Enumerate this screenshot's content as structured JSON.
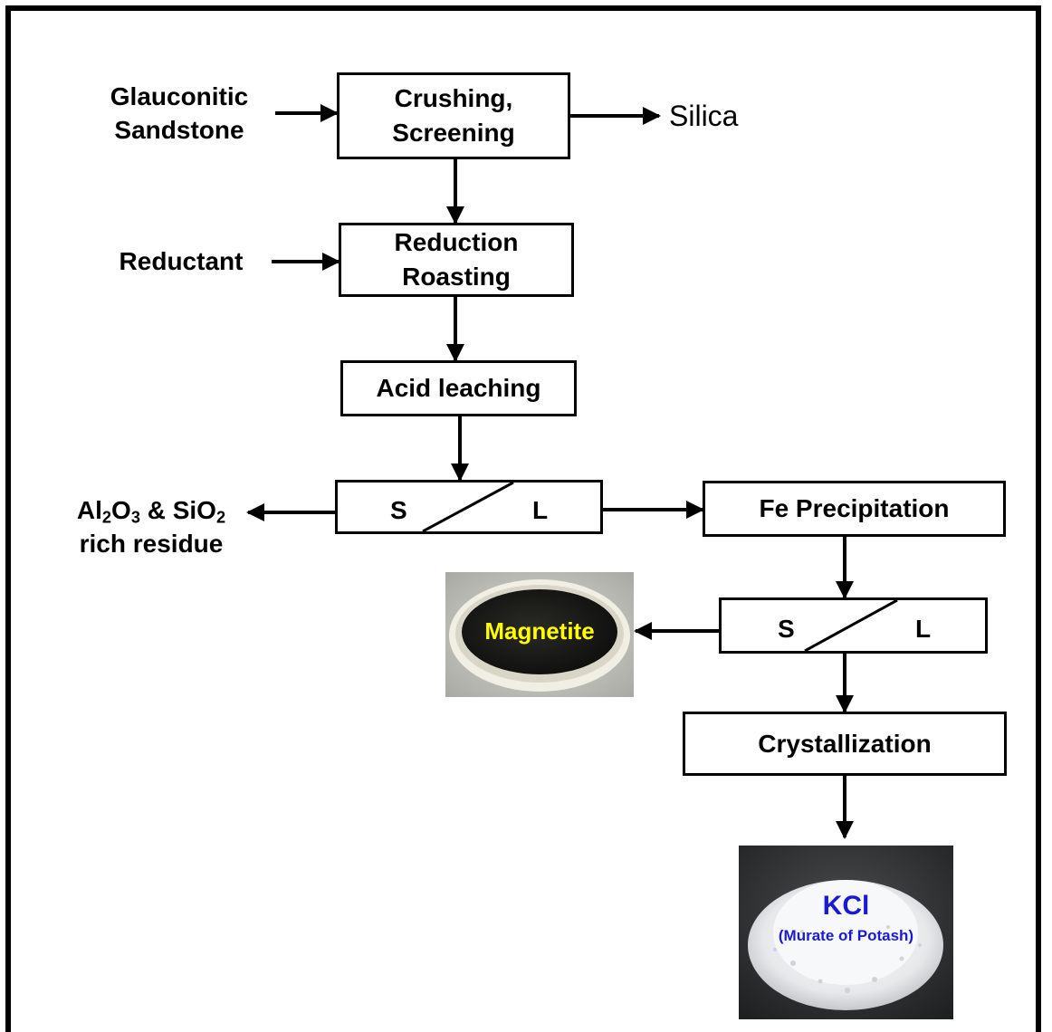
{
  "inputs": {
    "glauconitic_sandstone": [
      "Glauconitic",
      "Sandstone"
    ],
    "reductant": "Reductant"
  },
  "steps": {
    "crushing_screening": [
      "Crushing,",
      "Screening"
    ],
    "reduction_roasting": [
      "Reduction",
      "Roasting"
    ],
    "acid_leaching": "Acid leaching",
    "fe_precipitation": "Fe Precipitation",
    "crystallization": "Crystallization"
  },
  "separator_1": {
    "solid": "S",
    "liquid": "L"
  },
  "separator_2": {
    "solid": "S",
    "liquid": "L"
  },
  "outputs": {
    "silica": "Silica",
    "residue": {
      "al": "Al",
      "al_sub": "2",
      "o": "O",
      "o_sub": "3",
      "amp": " & SiO",
      "si_sub": "2",
      "line2": "rich residue"
    },
    "magnetite": "Magnetite",
    "kcl": "KCl",
    "kcl_subtitle": "(Murate of Potash)"
  },
  "colors": {
    "magnetite_label": "#ffff00",
    "kcl_label": "#1a1ad4",
    "line": "#000000"
  }
}
